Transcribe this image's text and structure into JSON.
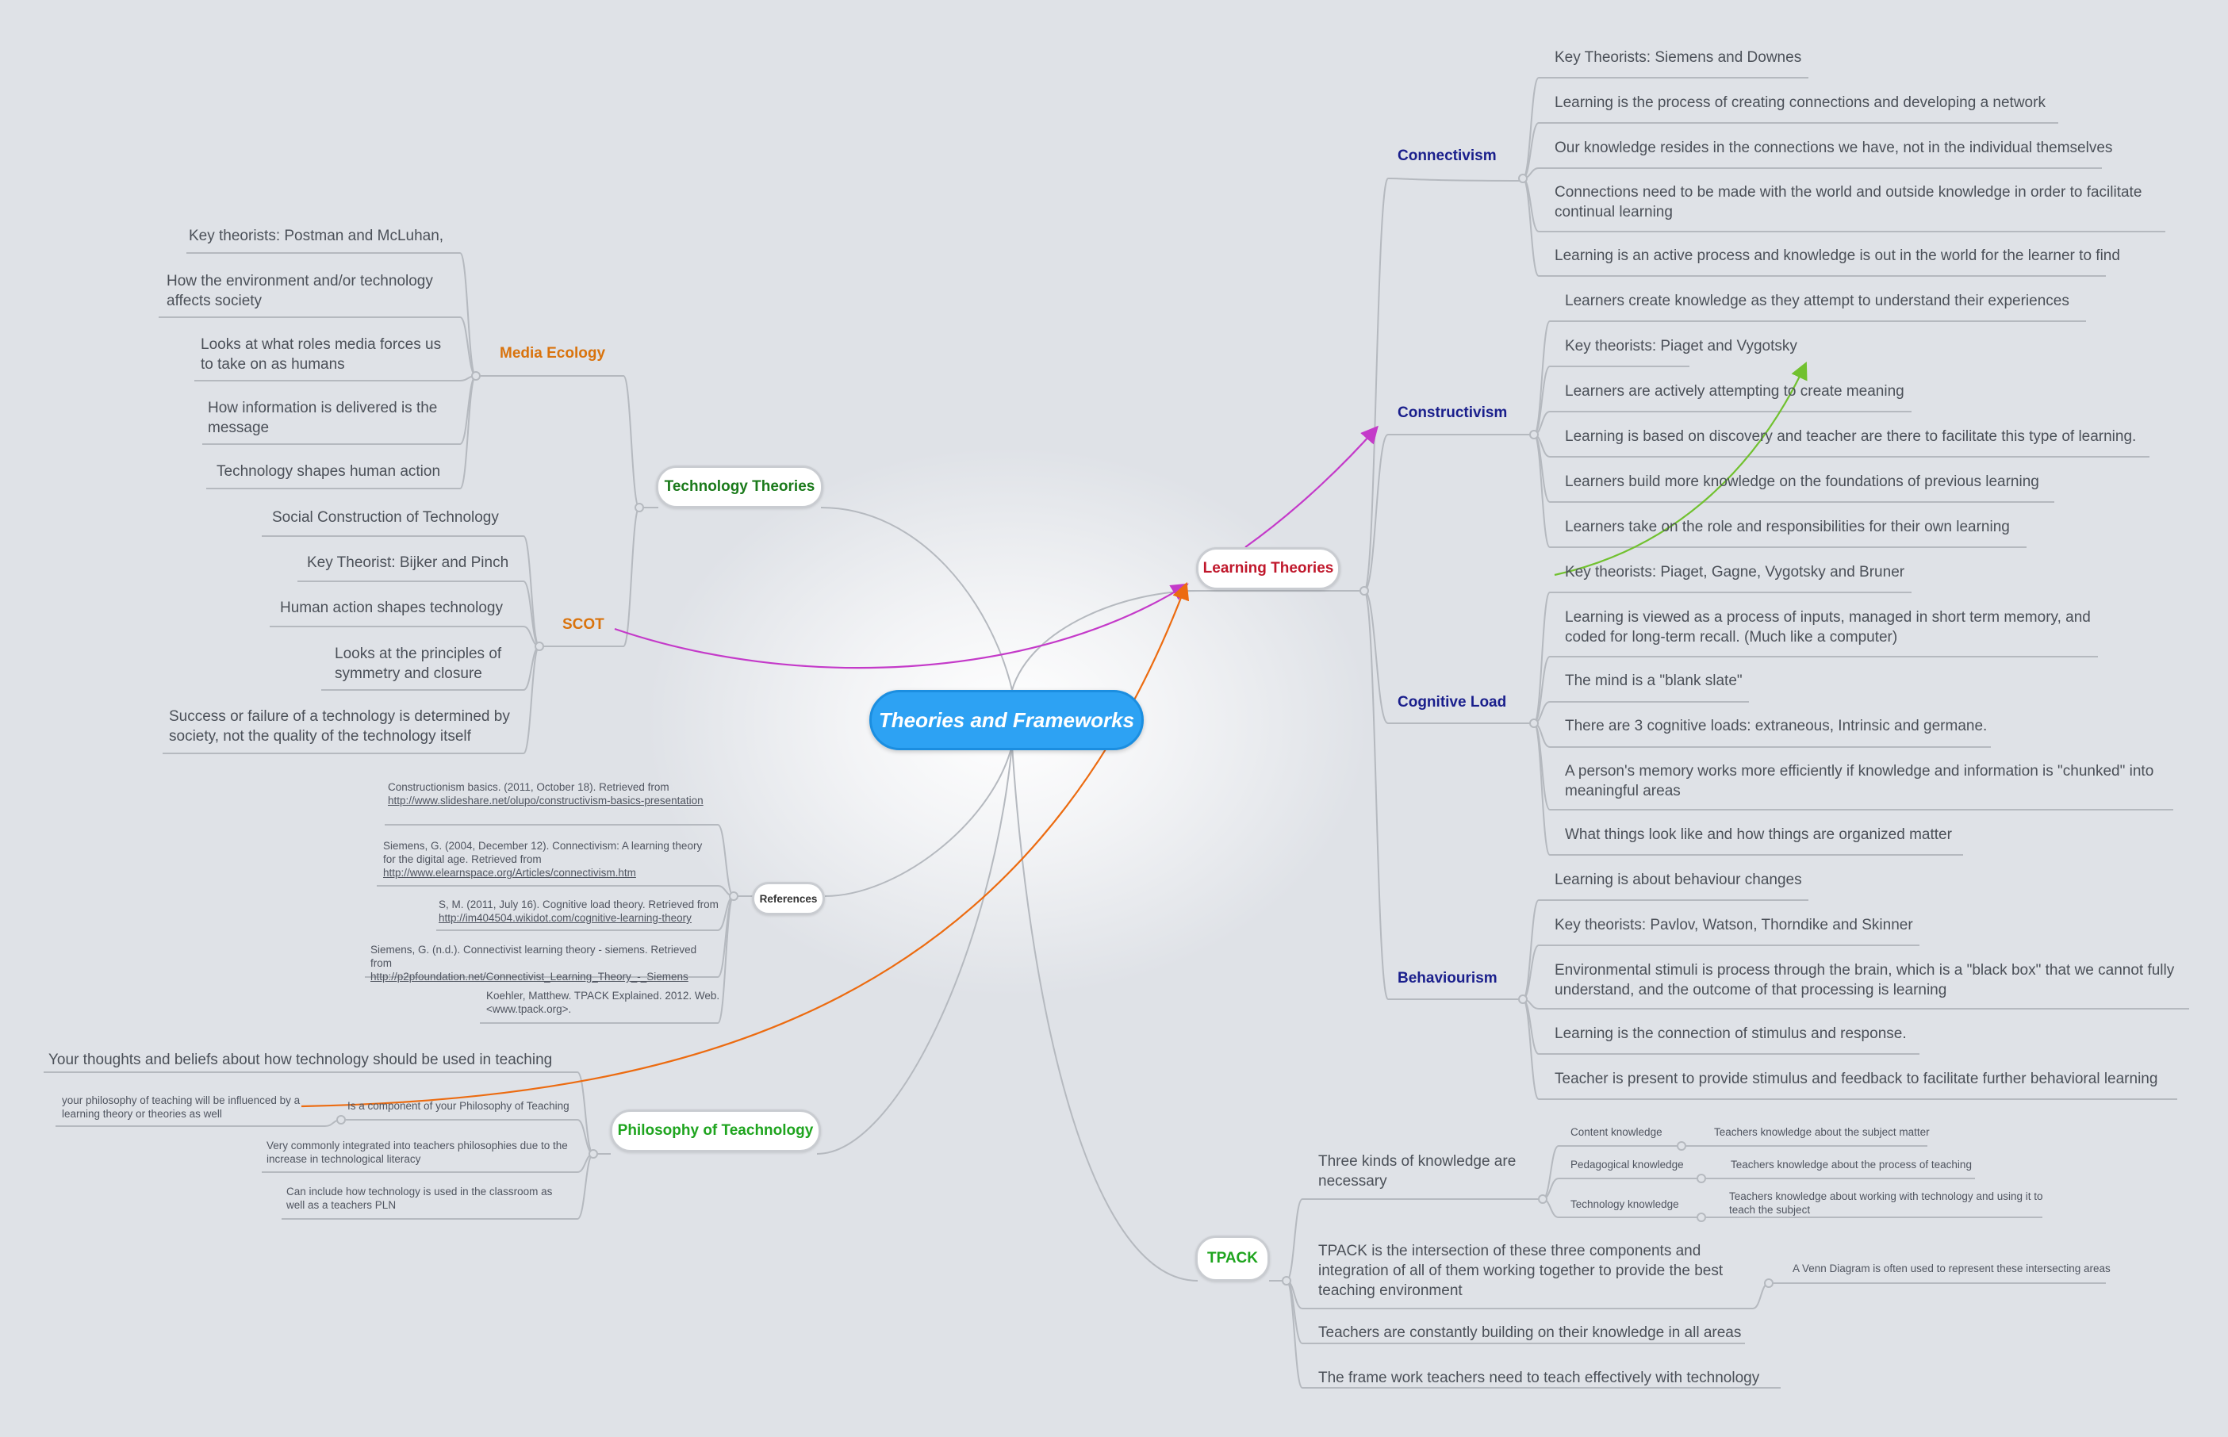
{
  "central_topic": "Theories and Frameworks",
  "colors": {
    "central": "#2da2f3",
    "connector": "#b5b9bf",
    "relation_magenta": "#c43ac9",
    "relation_orange": "#ec6b10",
    "relation_green": "#71c12f"
  },
  "technology_theories": {
    "label": "Technology Theories",
    "media_ecology": {
      "label": "Media Ecology",
      "items": [
        "Key theorists: Postman and McLuhan,",
        "How the environment and/or technology affects society",
        "Looks at what roles media forces us to take on as humans",
        "How information is delivered is the message",
        "Technology shapes human action"
      ]
    },
    "scot": {
      "label": "SCOT",
      "items": [
        "Social Construction of Technology",
        "Key Theorist: Bijker and Pinch",
        "Human action shapes technology",
        "Looks at the principles of symmetry and closure",
        "Success or failure of a technology is determined by society, not the quality of the technology itself"
      ]
    }
  },
  "references": {
    "label": "References",
    "items": [
      {
        "text": "Constructionism basics. (2011, October 18). Retrieved from",
        "link": "http://www.slideshare.net/olupo/constructivism-basics-presentation"
      },
      {
        "text": "Siemens, G. (2004, December 12). Connectivism: A learning theory for the digital age. Retrieved from",
        "link": "http://www.elearnspace.org/Articles/connectivism.htm"
      },
      {
        "text": "S, M. (2011, July 16). Cognitive load theory. Retrieved from",
        "link": "http://im404504.wikidot.com/cognitive-learning-theory"
      },
      {
        "text": "Siemens, G. (n.d.). Connectivist learning theory - siemens. Retrieved from",
        "link": "http://p2pfoundation.net/Connectivist_Learning_Theory_-_Siemens"
      },
      {
        "text": "Koehler, Matthew. TPACK Explained. 2012. Web. <www.tpack.org>.",
        "link": ""
      }
    ]
  },
  "philosophy": {
    "label": "Philosophy of Teachnology",
    "items": [
      "Your thoughts and beliefs about how technology should be used in teaching",
      "Is a component of your Philosophy of Teaching",
      "Very commonly integrated into teachers philosophies due to the increase in technological literacy",
      "Can include how technology is used in the classroom as well as a teachers PLN"
    ],
    "sub_note": "your philosophy of teaching will be influenced by a learning theory or theories as well"
  },
  "learning_theories": {
    "label": "Learning Theories",
    "connectivism": {
      "label": "Connectivism",
      "items": [
        "Key Theorists: Siemens and Downes",
        "Learning is the process of creating connections and developing a network",
        "Our knowledge resides in the connections we have, not in the individual themselves",
        "Connections need to be made with the world and outside knowledge in order to facilitate continual learning",
        "Learning is an active process and knowledge is out in the world for the learner to find"
      ]
    },
    "constructivism": {
      "label": "Constructivism",
      "items": [
        "Learners create knowledge as they attempt to understand their experiences",
        "Key theorists: Piaget and Vygotsky",
        "Learners are actively attempting to create meaning",
        "Learning is based on discovery and teacher are there to facilitate this type of learning.",
        "Learners build more knowledge on the foundations of previous learning",
        "Learners take on the role and responsibilities for their own learning"
      ]
    },
    "cognitive_load": {
      "label": "Cognitive Load",
      "items": [
        "Key theorists: Piaget, Gagne, Vygotsky and Bruner",
        "Learning is viewed as a process of inputs, managed in short term memory, and coded for long-term recall. (Much like a computer)",
        "The mind is a \"blank slate\"",
        "There are 3 cognitive loads: extraneous, Intrinsic and germane.",
        "A person's memory works more efficiently if knowledge and information is \"chunked\" into meaningful areas",
        "What things look like and how things are organized matter"
      ]
    },
    "behaviourism": {
      "label": "Behaviourism",
      "items": [
        "Learning is about behaviour changes",
        "Key theorists: Pavlov, Watson, Thorndike and Skinner",
        "Environmental stimuli is process through the brain, which is a \"black box\" that we cannot fully understand, and the outcome of that processing is learning",
        "Learning is the connection of stimulus and response.",
        "Teacher is present to provide stimulus and feedback to facilitate further behavioral learning"
      ]
    }
  },
  "tpack": {
    "label": "TPACK",
    "three_kinds": "Three kinds of knowledge are necessary",
    "knowledge": [
      {
        "label": "Content knowledge",
        "desc": "Teachers knowledge about the subject matter"
      },
      {
        "label": "Pedagogical knowledge",
        "desc": "Teachers knowledge about the process of teaching"
      },
      {
        "label": "Technology knowledge",
        "desc": "Teachers knowledge about working with technology and using it to teach the subject"
      }
    ],
    "intersection": "TPACK is the intersection of these three components and integration of all of them working together to provide the best teaching environment",
    "venn": "A Venn Diagram is often used to represent these intersecting areas",
    "items": [
      "Teachers are constantly building on their knowledge in all areas",
      "The frame work teachers need to teach effectively with technology"
    ]
  }
}
